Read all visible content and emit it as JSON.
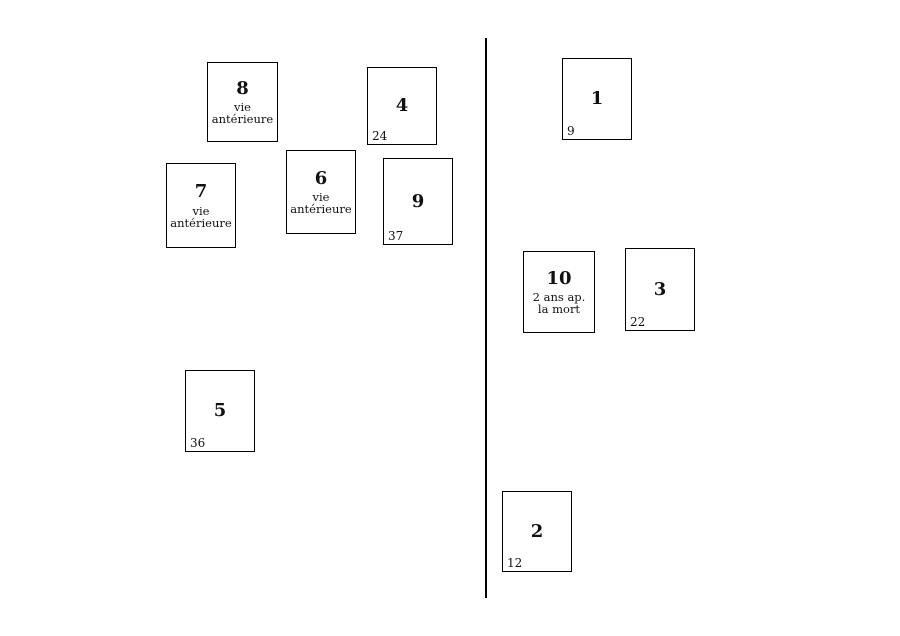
{
  "diagram": {
    "background_color": "#ffffff",
    "line_color": "#000000"
  },
  "cards": [
    {
      "number": "8",
      "sub1": "vie",
      "sub2": "antérieure"
    },
    {
      "number": "4",
      "corner": "24"
    },
    {
      "number": "7",
      "sub1": "vie",
      "sub2": "antérieure"
    },
    {
      "number": "6",
      "sub1": "vie",
      "sub2": "antérieure"
    },
    {
      "number": "9",
      "corner": "37"
    },
    {
      "number": "5",
      "corner": "36"
    },
    {
      "number": "1",
      "corner": "9"
    },
    {
      "number": "10",
      "sub1": "2 ans ap.",
      "sub2": "la mort"
    },
    {
      "number": "3",
      "corner": "22"
    },
    {
      "number": "2",
      "corner": "12"
    }
  ]
}
